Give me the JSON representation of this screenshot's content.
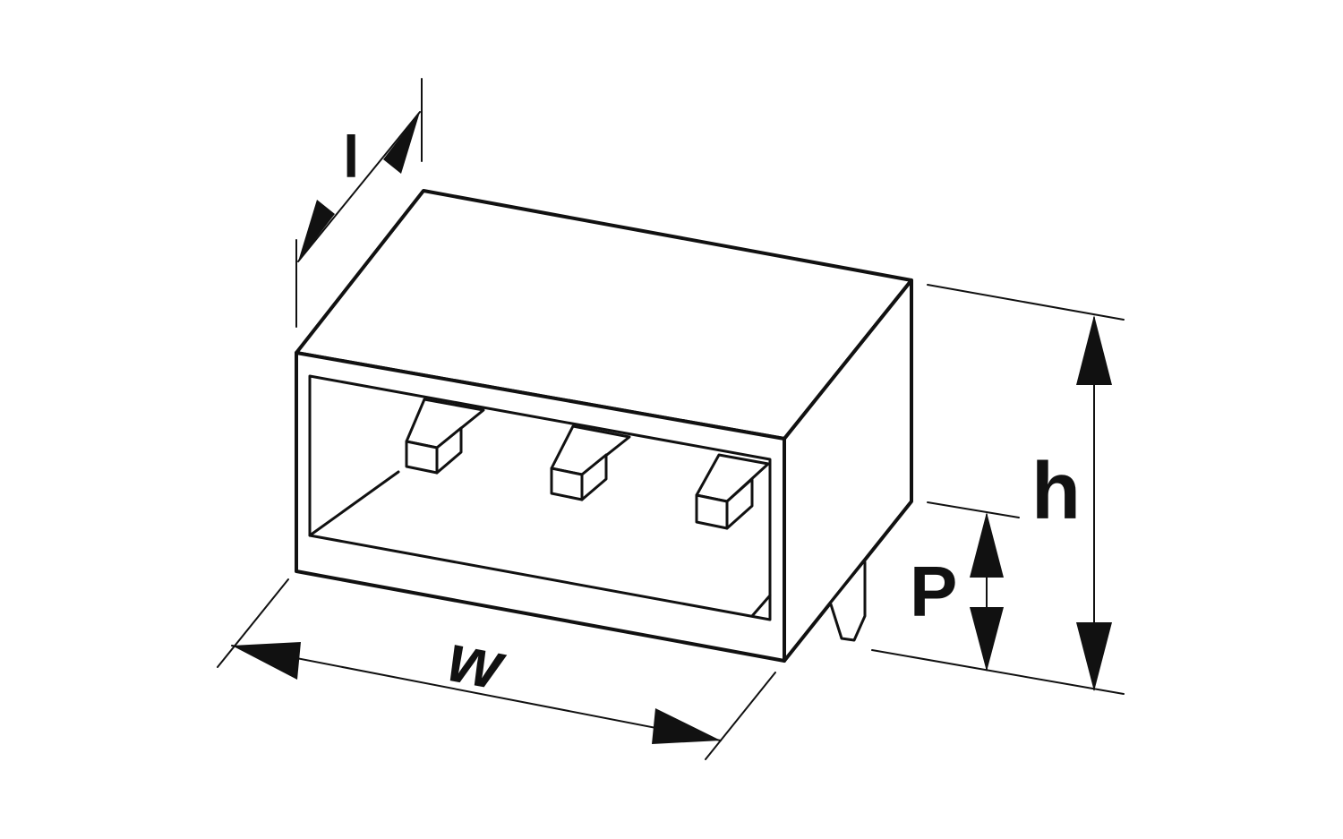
{
  "diagram": {
    "labels": {
      "length": "l",
      "width": "w",
      "height": "h",
      "pitch": "P"
    },
    "pin_count": 3,
    "colors": {
      "line": "#111111",
      "background": "#ffffff"
    }
  }
}
